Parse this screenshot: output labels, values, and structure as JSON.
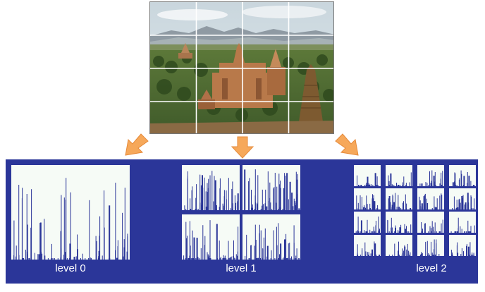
{
  "diagram": {
    "levels": [
      {
        "label": "level 0",
        "grid": 1
      },
      {
        "label": "level 1",
        "grid": 2
      },
      {
        "label": "level 2",
        "grid": 4
      }
    ],
    "colors": {
      "panel": "#2b3699",
      "histogram_bg": "#f6fbf6",
      "histogram_bar": "#2b3699",
      "arrow": "#f6a85a",
      "grid_line": "#ffffff"
    },
    "photo_grid": {
      "rows": 4,
      "cols": 4
    },
    "icons": [
      "arrow-down-left-icon",
      "arrow-down-icon",
      "arrow-down-right-icon"
    ]
  }
}
